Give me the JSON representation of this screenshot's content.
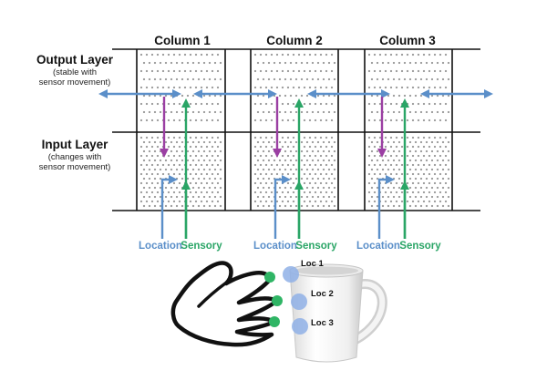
{
  "columns": [
    {
      "label": "Column 1"
    },
    {
      "label": "Column 2"
    },
    {
      "label": "Column 3"
    }
  ],
  "layers": {
    "output": {
      "title": "Output Layer",
      "sub1": "(stable with",
      "sub2": "sensor movement)"
    },
    "input": {
      "title": "Input Layer",
      "sub1": "(changes with",
      "sub2": "sensor movement)"
    }
  },
  "signals": {
    "location": "Location",
    "sensory": "Sensory"
  },
  "locations": [
    {
      "label": "Loc 1"
    },
    {
      "label": "Loc 2"
    },
    {
      "label": "Loc 3"
    }
  ],
  "colors": {
    "location": "#5b8fc9",
    "sensory": "#2aa566",
    "feedback": "#9b3fa3",
    "dots": "#9a9a9a",
    "finger_tip": "#2fb565",
    "loc_circle": "#8fb0e6"
  },
  "icons": {
    "hand": "hand-outline-icon",
    "cup": "coffee-mug-icon"
  }
}
